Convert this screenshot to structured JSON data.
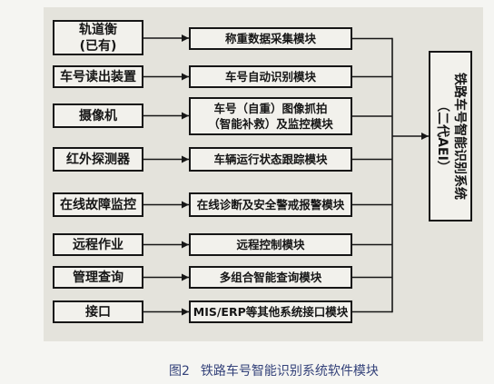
{
  "figure": {
    "sources": [
      {
        "lines": [
          "轨道衡",
          "(已有)"
        ]
      },
      {
        "lines": [
          "车号读出装置"
        ]
      },
      {
        "lines": [
          "摄像机"
        ]
      },
      {
        "lines": [
          "红外探测器"
        ]
      },
      {
        "lines": [
          "在线故障监控"
        ]
      },
      {
        "lines": [
          "远程作业"
        ]
      },
      {
        "lines": [
          "管理查询"
        ]
      },
      {
        "lines": [
          "接口"
        ]
      }
    ],
    "modules": [
      {
        "lines": [
          "称重数据采集模块"
        ]
      },
      {
        "lines": [
          "车号自动识别模块"
        ]
      },
      {
        "lines": [
          "车号（自重）图像抓拍",
          "（智能补救）及监控模块"
        ]
      },
      {
        "lines": [
          "车辆运行状态跟踪模块"
        ]
      },
      {
        "lines": [
          "在线诊断及安全警戒报警模块"
        ]
      },
      {
        "lines": [
          "远程控制模块"
        ]
      },
      {
        "lines": [
          "多组合智能查询模块"
        ]
      },
      {
        "lines": [
          "MIS/ERP等其他系统接口模块"
        ]
      }
    ],
    "system": {
      "lines": [
        "铁路车号智能识别系统",
        "（二代AEI）"
      ]
    }
  },
  "caption": {
    "label": "图2",
    "title": "铁路车号智能识别系统软件模块"
  },
  "colors": {
    "page_bg": "#f5f5f2",
    "panel_bg": "#e4e3dc",
    "box_bg": "#f2f1ec",
    "ink": "#161616",
    "caption": "#34427a"
  }
}
